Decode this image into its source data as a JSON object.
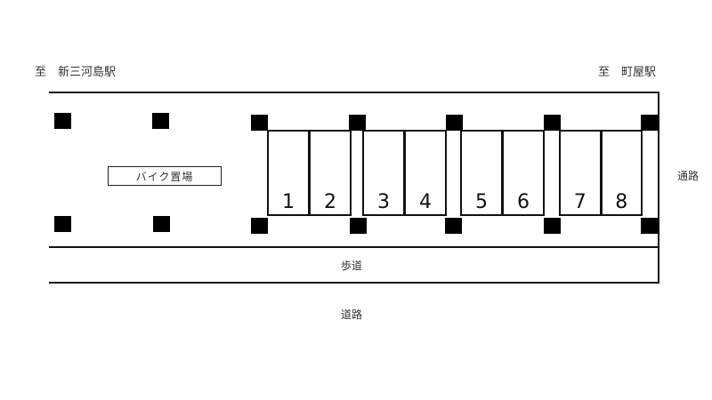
{
  "labels": {
    "direction_left": "至　新三河島駅",
    "direction_right": "至　町屋駅",
    "bike_parking": "バイク置場",
    "passage": "通路",
    "sidewalk": "歩道",
    "road": "道路"
  },
  "parking_spaces": [
    {
      "number": "1"
    },
    {
      "number": "2"
    },
    {
      "number": "3"
    },
    {
      "number": "4"
    },
    {
      "number": "5"
    },
    {
      "number": "6"
    },
    {
      "number": "7"
    },
    {
      "number": "8"
    }
  ],
  "colors": {
    "line": "#111111",
    "pillar": "#000000",
    "background": "#ffffff"
  }
}
